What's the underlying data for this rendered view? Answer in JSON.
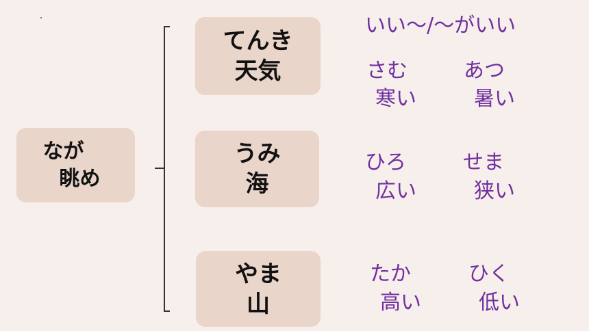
{
  "root": {
    "reading": "なが",
    "kanji": "眺め"
  },
  "topics": [
    {
      "reading": "てんき",
      "kanji": "天気"
    },
    {
      "reading": "うみ",
      "kanji": "海"
    },
    {
      "reading": "やま",
      "kanji": "山"
    }
  ],
  "grammar_note": "いい～/～がいい",
  "words": [
    [
      {
        "reading": "さむ",
        "kanji": "寒い"
      },
      {
        "reading": "あつ",
        "kanji": "暑い"
      }
    ],
    [
      {
        "reading": "ひろ",
        "kanji": "広い"
      },
      {
        "reading": "せま",
        "kanji": "狭い"
      }
    ],
    [
      {
        "reading": "たか",
        "kanji": "高い"
      },
      {
        "reading": "ひく",
        "kanji": "低い"
      }
    ]
  ],
  "colors": {
    "background": "#f7efeb",
    "box": "#ead5ca",
    "accent": "#7030a0"
  }
}
